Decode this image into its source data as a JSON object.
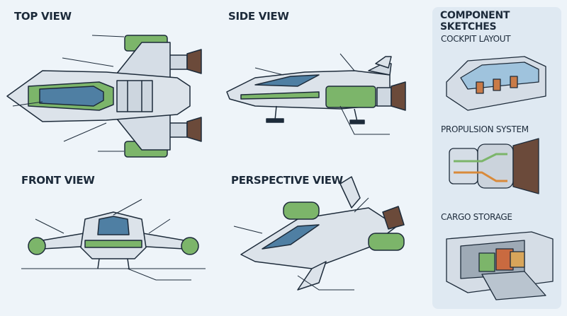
{
  "views": {
    "top": "TOP VIEW",
    "side": "SIDE VIEW",
    "front": "FRONT VIEW",
    "perspective": "PERSPECTIVE VIEW"
  },
  "components": {
    "title": "COMPONENT SKETCHES",
    "cockpit": "COCKPIT LAYOUT",
    "propulsion": "PROPULSION SYSTEM",
    "cargo": "CARGO STORAGE"
  },
  "colors": {
    "hull": "#d5dde6",
    "accent_green": "#7cb56a",
    "canopy": "#4f7fa3",
    "outline": "#1d2b3a",
    "engine_brown": "#6b4a3a",
    "panel_bg": "#dfe9f2"
  }
}
